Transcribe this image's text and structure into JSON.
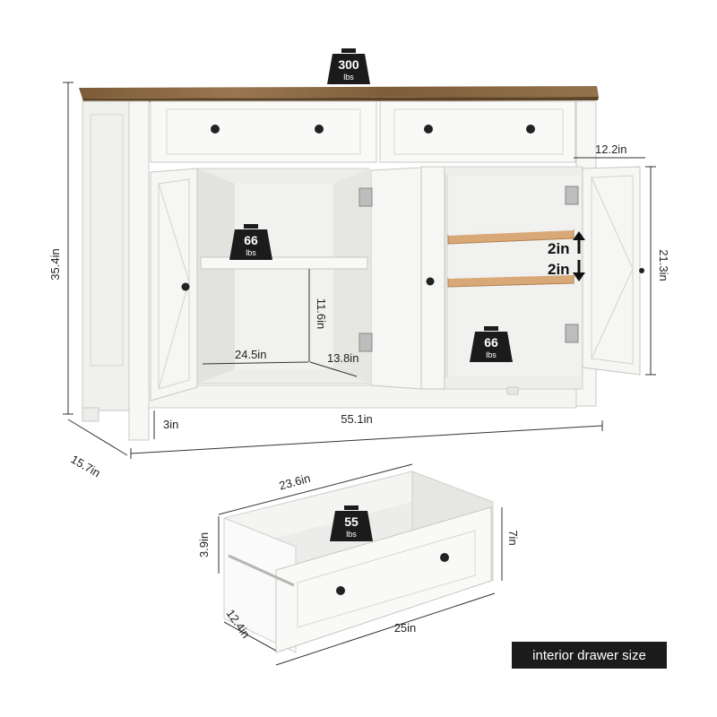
{
  "product": {
    "top_capacity": {
      "value": "300",
      "unit": "lbs"
    },
    "shelf_capacity_left": {
      "value": "66",
      "unit": "lbs"
    },
    "shelf_capacity_right": {
      "value": "66",
      "unit": "lbs"
    },
    "drawer_capacity": {
      "value": "55",
      "unit": "lbs"
    }
  },
  "dimensions": {
    "height": "35.4in",
    "depth": "15.7in",
    "width": "55.1in",
    "leg_height": "3in",
    "cabinet_depth": "12.2in",
    "cabinet_height": "21.3in",
    "shelf_clearance": "11.6in",
    "shelf_width": "24.5in",
    "shelf_depth": "13.8in",
    "shelf_adjust_up": "2in",
    "shelf_adjust_down": "2in"
  },
  "drawer": {
    "interior_width": "23.6in",
    "interior_height": "3.9in",
    "outer_height": "7in",
    "depth": "12.4in",
    "outer_width": "25in"
  },
  "caption": "interior drawer size",
  "colors": {
    "wood_top": "#8a6a45",
    "cabinet_white": "#f7f7f5",
    "shelf_wood": "#d9a877",
    "badge": "#1b1b1b"
  }
}
